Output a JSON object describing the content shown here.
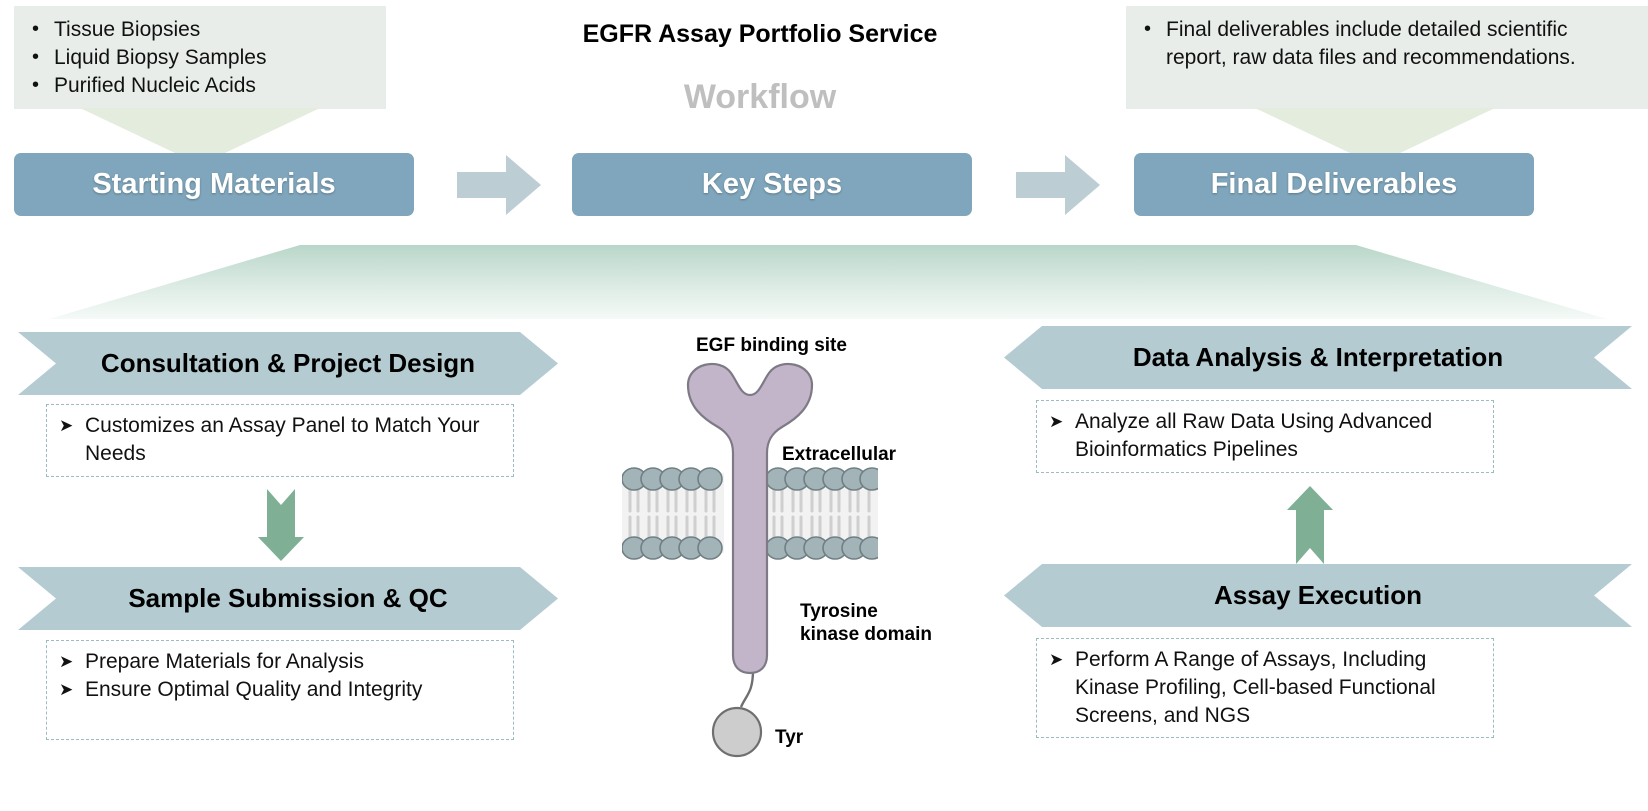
{
  "header": {
    "title": "EGFR Assay Portfolio Service",
    "subtitle": "Workflow"
  },
  "top_left_note": {
    "items": [
      "Tissue Biopsies",
      "Liquid Biopsy Samples",
      "Purified Nucleic Acids"
    ]
  },
  "top_right_note": {
    "items": [
      "Final deliverables include detailed scientific report, raw data files and recommendations."
    ]
  },
  "stages": [
    {
      "label": "Starting Materials"
    },
    {
      "label": "Key Steps"
    },
    {
      "label": "Final Deliverables"
    }
  ],
  "steps": {
    "consultation": {
      "title": "Consultation & Project Design",
      "bullets": [
        "Customizes an Assay Panel to Match Your Needs"
      ]
    },
    "sample_submission": {
      "title": "Sample Submission & QC",
      "bullets": [
        "Prepare Materials for Analysis",
        "Ensure Optimal Quality and Integrity"
      ]
    },
    "data_analysis": {
      "title": "Data Analysis & Interpretation",
      "bullets": [
        "Analyze all Raw Data Using Advanced Bioinformatics Pipelines"
      ]
    },
    "assay_execution": {
      "title": "Assay Execution",
      "bullets": [
        "Perform A Range of Assays, Including Kinase Profiling, Cell-based Functional Screens, and NGS"
      ]
    }
  },
  "figure": {
    "egf_binding_site": "EGF binding site",
    "extracellular": "Extracellular",
    "tyrosine_kinase_domain_line1": "Tyrosine",
    "tyrosine_kinase_domain_line2": "kinase domain",
    "tyr": "Tyr"
  },
  "colors": {
    "pill_blue": "#7fa6bc",
    "chevron_blue": "#b4cbd1",
    "note_bg": "#e8edea",
    "arrow_gray": "#bccdd3",
    "green_arrow": "#7faf95",
    "trapezoid_top": "#b9d6c9",
    "trapezoid_bottom": "#f3f8f6",
    "subtitle_gray": "#bfbfbf",
    "protein_purple": "#c2b4c9",
    "membrane_head": "#9fb1b5"
  }
}
